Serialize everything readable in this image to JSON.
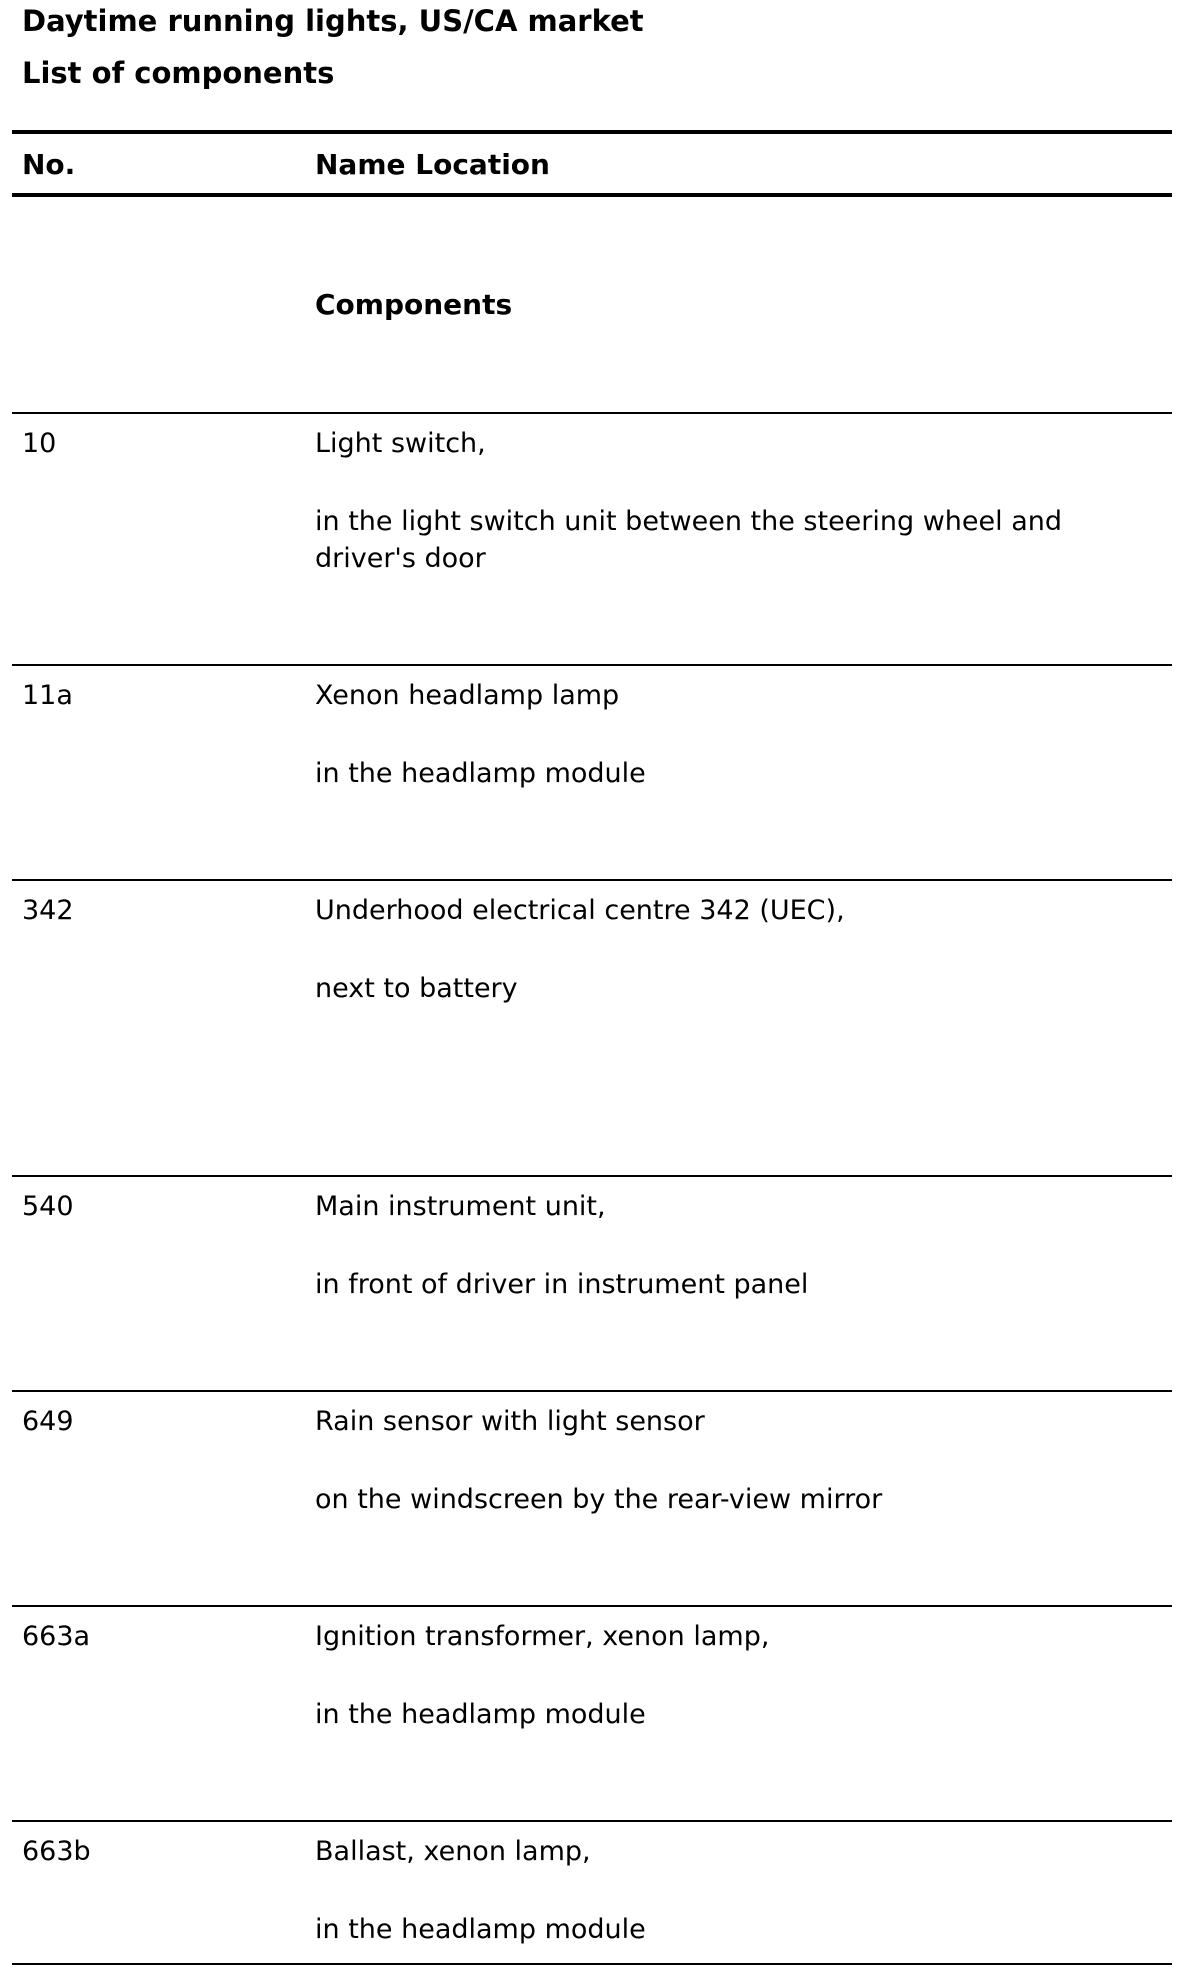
{
  "title": "Daytime running lights, US/CA market",
  "subtitle": "List of components",
  "header": {
    "no": "No.",
    "name_location": "Name Location"
  },
  "section_label": "Components",
  "rows": [
    {
      "no": "10",
      "name": "Light switch,",
      "location": "in the light switch unit between the steering wheel and driver's door"
    },
    {
      "no": "11a",
      "name": "Xenon headlamp lamp",
      "location": "in the headlamp module"
    },
    {
      "no": "342",
      "name": "Underhood electrical centre 342 (UEC),",
      "location": "next to battery"
    },
    {
      "no": "540",
      "name": "Main instrument unit,",
      "location": "in front of driver in instrument panel"
    },
    {
      "no": "649",
      "name": "Rain sensor with light sensor",
      "location": "on the windscreen by the rear-view mirror"
    },
    {
      "no": "663a",
      "name": "Ignition transformer, xenon lamp,",
      "location": "in the headlamp module"
    },
    {
      "no": "663b",
      "name": "Ballast, xenon lamp,",
      "location": "in the headlamp module"
    }
  ]
}
